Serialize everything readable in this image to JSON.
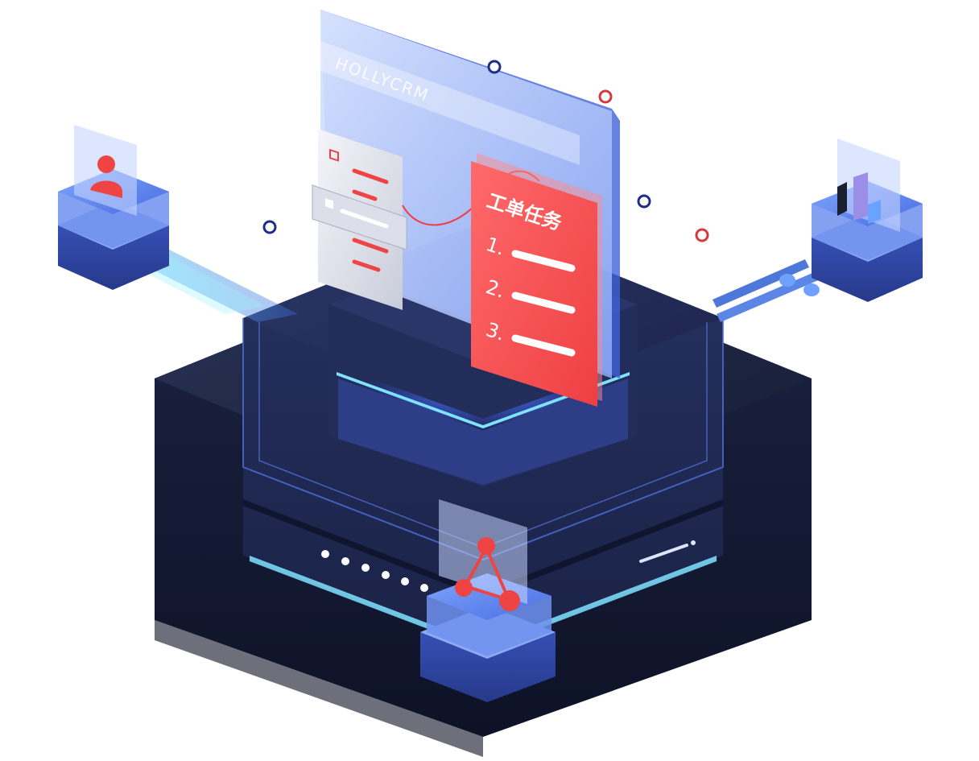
{
  "brand": {
    "name": "HOLLYCRM"
  },
  "task_card": {
    "title": "工单任务",
    "items": [
      {
        "number": "1."
      },
      {
        "number": "2."
      },
      {
        "number": "3."
      }
    ]
  },
  "colors": {
    "base_dark": "#1b2342",
    "platform_blue": "#2d4493",
    "glass_blue": "#c9d8ff",
    "accent_red": "#ff5a5a",
    "neon_cyan": "#7fe3ff"
  },
  "icons": {
    "user": "user-icon",
    "chart": "bar-chart-icon",
    "network": "network-icon",
    "checklist": "checklist-icon"
  }
}
